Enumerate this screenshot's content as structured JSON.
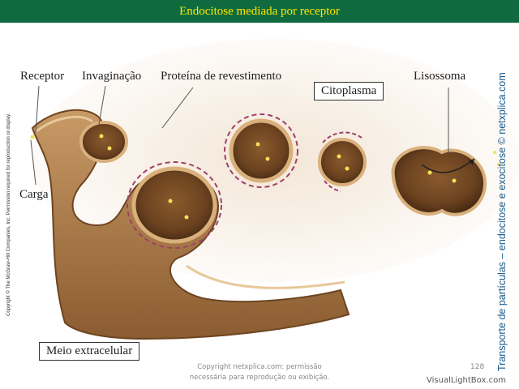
{
  "title": "Endocitose mediada por receptor",
  "labels": {
    "receptor": "Receptor",
    "invaginacao": "Invaginação",
    "proteina": "Proteína de revestimento",
    "citoplasma": "Citoplasma",
    "lisossoma": "Lisossoma",
    "carga": "Carga",
    "meio": "Meio extracelular"
  },
  "side_text": "Transporte de partículas – endocitose e exocitose © netxplica.com",
  "copyright_side": "Copyright © The McGraw-Hill Companies, Inc. Permission required for reproduction or display.",
  "footer": {
    "line1": "Copyright netxplica.com: permissão",
    "line2": "necessária para reprodução ou exibição."
  },
  "page_number": "128",
  "watermark": "VisualLightBox.com",
  "colors": {
    "title_bar": "#0f6b3f",
    "title_text": "#ffe600",
    "membrane": "#b88a57",
    "coat": "#a0406a",
    "side_text": "#1a5a8a"
  }
}
